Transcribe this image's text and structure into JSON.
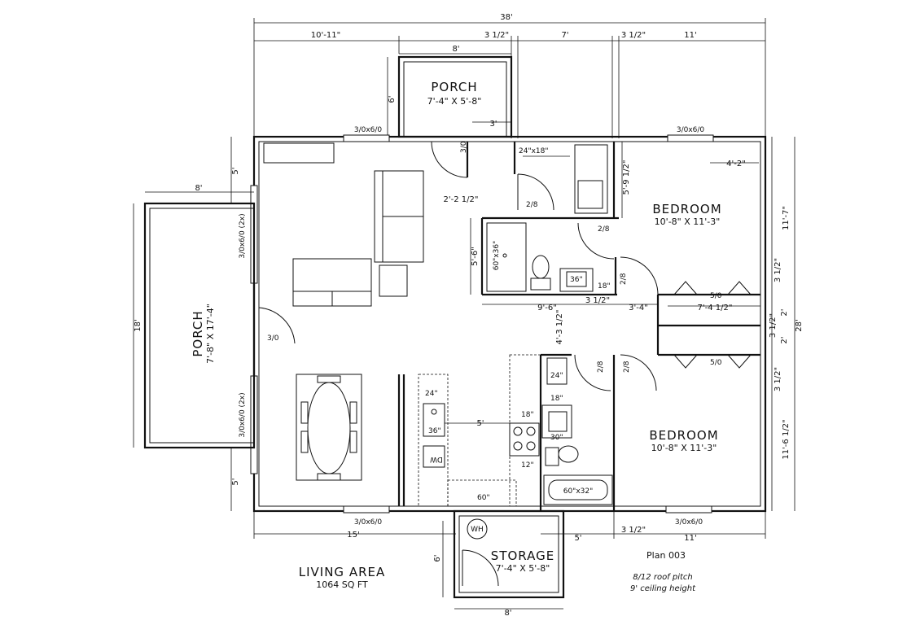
{
  "rooms": {
    "porch_top": {
      "title": "PORCH",
      "size": "7'-4\" X 5'-8\""
    },
    "porch_left": {
      "title": "PORCH",
      "size": "7'-8\" X 17'-4\""
    },
    "bedroom_top": {
      "title": "BEDROOM",
      "size": "10'-8\" X 11'-3\""
    },
    "bedroom_bottom": {
      "title": "BEDROOM",
      "size": "10'-8\" X 11'-3\""
    },
    "storage": {
      "title": "STORAGE",
      "size": "7'-4\" X 5'-8\""
    }
  },
  "living_area": {
    "title": "LIVING AREA",
    "sqft": "1064 SQ FT"
  },
  "plan_info": {
    "name": "Plan 003",
    "pitch": "8/12 roof pitch",
    "ceiling": "9' ceiling height"
  },
  "windows": {
    "top_living": "3/0x6/0",
    "top_bedroom": "3/0x6/0",
    "left_upper": "3/0x6/0 (2x)",
    "left_lower": "3/0x6/0 (2x)",
    "bottom_living": "3/0x6/0",
    "bottom_bedroom": "3/0x6/0"
  },
  "doors": {
    "entry_top": "3/0",
    "entry_left": "3/0",
    "hall": "2/8",
    "bed_top": "2/8",
    "bath_side": "2/8",
    "bed_bottom_a": "2/8",
    "bed_bottom_b": "2/8",
    "closet_top": "5/0",
    "closet_bottom": "5/0"
  },
  "dimensions": {
    "overall_width": "38'",
    "top_10_11": "10'-11\"",
    "top_8": "8'",
    "top_3_half_a": "3 1/2\"",
    "top_7": "7'",
    "top_3_half_b": "3 1/2\"",
    "top_11": "11'",
    "porch_depth": "6'",
    "porch_3": "3'",
    "left_porch_8": "8'",
    "left_5_top": "5'",
    "left_18": "18'",
    "left_5_bottom": "5'",
    "right_11_7": "11'-7\"",
    "right_28": "28'",
    "right_3_half_a": "3 1/2\"",
    "right_3_half_b": "3 1/2\"",
    "right_2": "2'",
    "right_2b": "2'",
    "right_3_half_c": "3 1/2\"",
    "right_11_6": "11'-6 1/2\"",
    "bottom_15": "15'",
    "bottom_5": "5'",
    "bottom_3_half": "3 1/2\"",
    "bottom_11": "11'",
    "storage_6": "6'",
    "storage_8": "8'",
    "hall_2_2": "2'-2 1/2\"",
    "bath_5_6": "5'-6\"",
    "bath_9_6": "9'-6\"",
    "bath_3_half": "3 1/2\"",
    "bed_5_9": "5'-9 1/2\"",
    "bed_4_2": "4'-2\"",
    "closet_3_4": "3'-4\"",
    "closet_7_4": "7'-4 1/2\"",
    "hall_4_3": "4'-3 1/2\"",
    "kitchen_5": "5'"
  },
  "fixtures": {
    "laundry": "24\"x18\"",
    "shower": "60\"x36\"",
    "sink_36_a": "36\"",
    "vanity_18": "18\"",
    "counter_24_a": "24\"",
    "sink_36_b": "36\"",
    "dw": "DW",
    "counter_18": "18\"",
    "counter_12": "12\"",
    "counter_60": "60\"",
    "bath_24": "24\"",
    "bath_18": "18\"",
    "sink_30": "30\"",
    "tub": "60\"x32\"",
    "wh": "WH"
  }
}
